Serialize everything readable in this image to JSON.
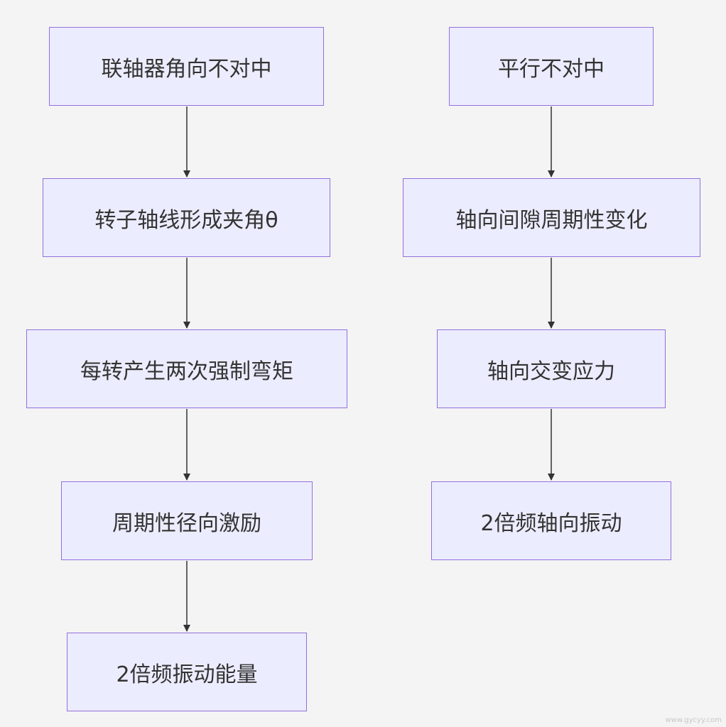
{
  "colors": {
    "background": "#f4f4f4",
    "node_fill": "#ececff",
    "node_border": "#9370db",
    "edge": "#333333",
    "text": "#333333"
  },
  "left_chain": {
    "n1": "联轴器角向不对中",
    "n2": "转子轴线形成夹角θ",
    "n3": "每转产生两次强制弯矩",
    "n4": "周期性径向激励",
    "n5": "2倍频振动能量"
  },
  "right_chain": {
    "n1": "平行不对中",
    "n2": "轴向间隙周期性变化",
    "n3": "轴向交变应力",
    "n4": "2倍频轴向振动"
  },
  "watermark": "www.gycyy.com"
}
